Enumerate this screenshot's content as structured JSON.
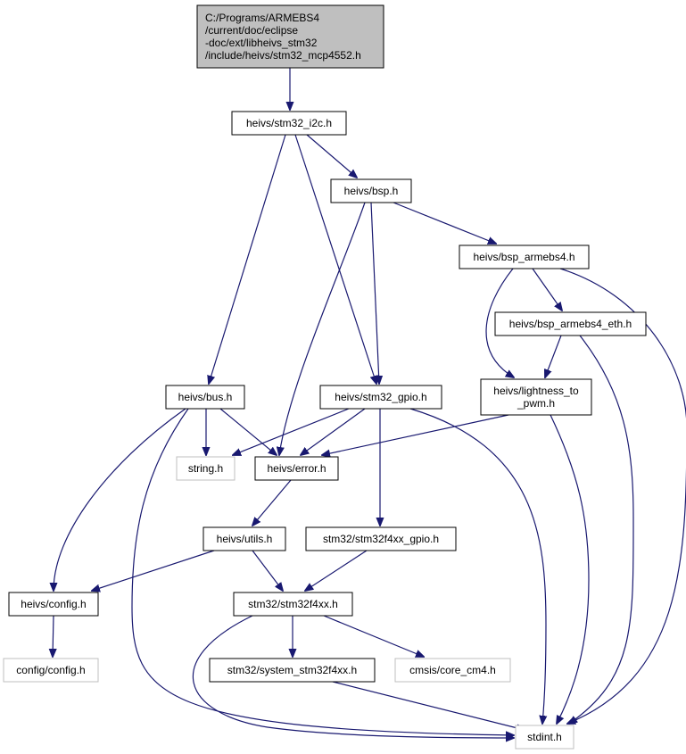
{
  "diagram": {
    "type": "include-dependency-graph",
    "colors": {
      "edge": "#191970",
      "root_fill": "#bfbfbf",
      "node_fill": "#ffffff",
      "node_border": "#000000",
      "external_border": "#bfbfbf"
    },
    "nodes": [
      {
        "id": "root",
        "kind": "root",
        "lines": [
          "C:/Programs/ARMEBS4",
          "/current/doc/eclipse",
          "-doc/ext/libheivs_stm32",
          "/include/heivs/stm32_mcp4552.h"
        ]
      },
      {
        "id": "i2c",
        "kind": "normal",
        "lines": [
          "heivs/stm32_i2c.h"
        ]
      },
      {
        "id": "bsp",
        "kind": "normal",
        "lines": [
          "heivs/bsp.h"
        ]
      },
      {
        "id": "bsp_armebs4",
        "kind": "normal",
        "lines": [
          "heivs/bsp_armebs4.h"
        ]
      },
      {
        "id": "bsp_armebs4_eth",
        "kind": "normal",
        "lines": [
          "heivs/bsp_armebs4_eth.h"
        ]
      },
      {
        "id": "bus",
        "kind": "normal",
        "lines": [
          "heivs/bus.h"
        ]
      },
      {
        "id": "gpio",
        "kind": "normal",
        "lines": [
          "heivs/stm32_gpio.h"
        ]
      },
      {
        "id": "lightness",
        "kind": "normal",
        "lines": [
          "heivs/lightness_to",
          "_pwm.h"
        ]
      },
      {
        "id": "string",
        "kind": "external",
        "lines": [
          "string.h"
        ]
      },
      {
        "id": "error",
        "kind": "normal",
        "lines": [
          "heivs/error.h"
        ]
      },
      {
        "id": "utils",
        "kind": "normal",
        "lines": [
          "heivs/utils.h"
        ]
      },
      {
        "id": "f4xx_gpio",
        "kind": "normal",
        "lines": [
          "stm32/stm32f4xx_gpio.h"
        ]
      },
      {
        "id": "config",
        "kind": "normal",
        "lines": [
          "heivs/config.h"
        ]
      },
      {
        "id": "stm32f4xx",
        "kind": "normal",
        "lines": [
          "stm32/stm32f4xx.h"
        ]
      },
      {
        "id": "config_config",
        "kind": "external",
        "lines": [
          "config/config.h"
        ]
      },
      {
        "id": "system",
        "kind": "normal",
        "lines": [
          "stm32/system_stm32f4xx.h"
        ]
      },
      {
        "id": "core_cm4",
        "kind": "external",
        "lines": [
          "cmsis/core_cm4.h"
        ]
      },
      {
        "id": "stdint",
        "kind": "external",
        "lines": [
          "stdint.h"
        ]
      }
    ],
    "edges": [
      {
        "from": "root",
        "to": "i2c"
      },
      {
        "from": "i2c",
        "to": "bsp"
      },
      {
        "from": "i2c",
        "to": "bus"
      },
      {
        "from": "i2c",
        "to": "gpio"
      },
      {
        "from": "bsp",
        "to": "bsp_armebs4"
      },
      {
        "from": "bsp",
        "to": "gpio"
      },
      {
        "from": "bsp",
        "to": "error"
      },
      {
        "from": "bsp_armebs4",
        "to": "bsp_armebs4_eth"
      },
      {
        "from": "bsp_armebs4",
        "to": "lightness"
      },
      {
        "from": "bsp_armebs4",
        "to": "stdint"
      },
      {
        "from": "bsp_armebs4_eth",
        "to": "lightness"
      },
      {
        "from": "bsp_armebs4_eth",
        "to": "stdint"
      },
      {
        "from": "lightness",
        "to": "error"
      },
      {
        "from": "lightness",
        "to": "stdint"
      },
      {
        "from": "bus",
        "to": "string"
      },
      {
        "from": "bus",
        "to": "error"
      },
      {
        "from": "bus",
        "to": "config"
      },
      {
        "from": "bus",
        "to": "stdint"
      },
      {
        "from": "gpio",
        "to": "string"
      },
      {
        "from": "gpio",
        "to": "error"
      },
      {
        "from": "gpio",
        "to": "f4xx_gpio"
      },
      {
        "from": "gpio",
        "to": "stdint"
      },
      {
        "from": "error",
        "to": "utils"
      },
      {
        "from": "utils",
        "to": "config"
      },
      {
        "from": "utils",
        "to": "stm32f4xx"
      },
      {
        "from": "f4xx_gpio",
        "to": "stm32f4xx"
      },
      {
        "from": "config",
        "to": "config_config"
      },
      {
        "from": "stm32f4xx",
        "to": "system"
      },
      {
        "from": "stm32f4xx",
        "to": "core_cm4"
      },
      {
        "from": "stm32f4xx",
        "to": "stdint"
      },
      {
        "from": "system",
        "to": "stdint"
      }
    ]
  }
}
